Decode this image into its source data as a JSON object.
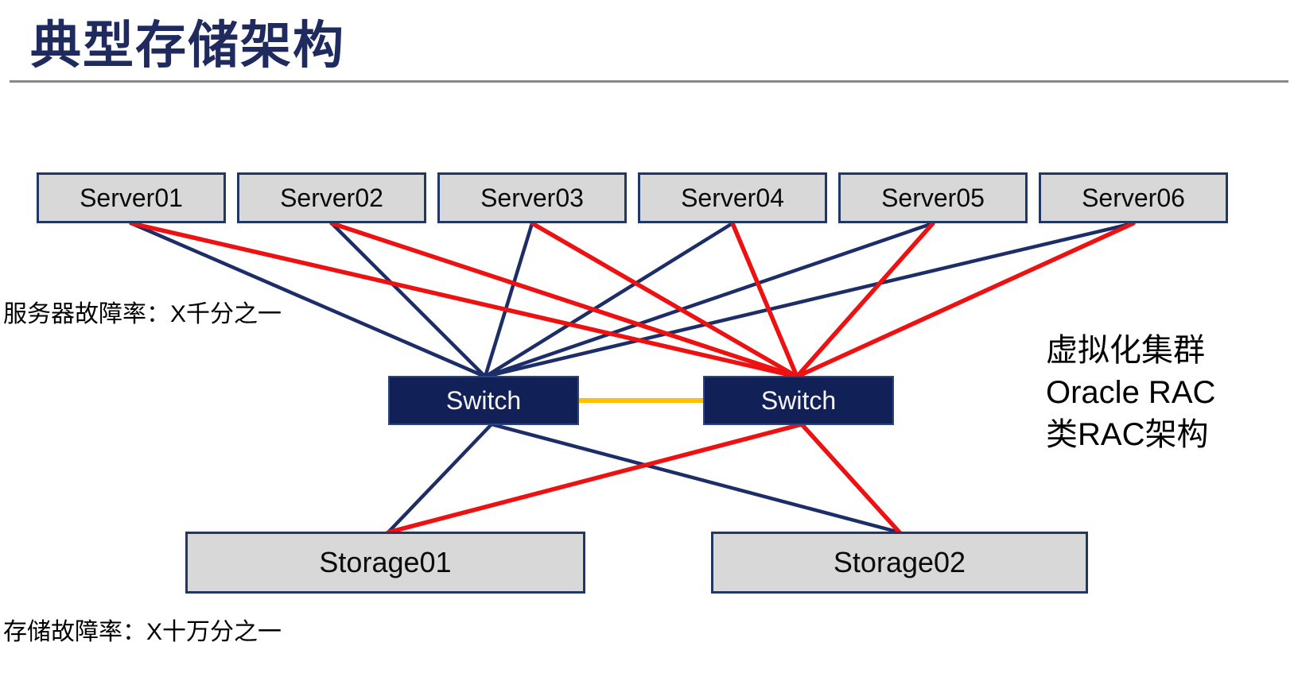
{
  "title": "典型存储架构",
  "labels": {
    "server_failure_rate": "服务器故障率：X千分之一",
    "storage_failure_rate": "存储故障率：X十万分之一",
    "cluster_note_line1": "虚拟化集群",
    "cluster_note_line2": "Oracle RAC",
    "cluster_note_line3": "类RAC架构"
  },
  "nodes": {
    "servers": [
      {
        "id": "server1",
        "label": "Server01"
      },
      {
        "id": "server2",
        "label": "Server02"
      },
      {
        "id": "server3",
        "label": "Server03"
      },
      {
        "id": "server4",
        "label": "Server04"
      },
      {
        "id": "server5",
        "label": "Server05"
      },
      {
        "id": "server6",
        "label": "Server06"
      }
    ],
    "switches": [
      {
        "id": "switch1",
        "label": "Switch"
      },
      {
        "id": "switch2",
        "label": "Switch"
      }
    ],
    "storages": [
      {
        "id": "storage1",
        "label": "Storage01"
      },
      {
        "id": "storage2",
        "label": "Storage02"
      }
    ]
  },
  "colors": {
    "navy": "#1C2D68",
    "red": "#EE1111",
    "yellow": "#FFC000",
    "box_fill": "#d8d8d8",
    "box_border": "#1F3864",
    "switch_fill": "#122058",
    "title": "#1F2A5E"
  },
  "connections": [
    {
      "from": "server1",
      "to": "switch1",
      "color": "navy"
    },
    {
      "from": "server2",
      "to": "switch1",
      "color": "navy"
    },
    {
      "from": "server3",
      "to": "switch1",
      "color": "navy"
    },
    {
      "from": "server4",
      "to": "switch1",
      "color": "navy"
    },
    {
      "from": "server5",
      "to": "switch1",
      "color": "navy"
    },
    {
      "from": "server6",
      "to": "switch1",
      "color": "navy"
    },
    {
      "from": "server1",
      "to": "switch2",
      "color": "red"
    },
    {
      "from": "server2",
      "to": "switch2",
      "color": "red"
    },
    {
      "from": "server3",
      "to": "switch2",
      "color": "red"
    },
    {
      "from": "server4",
      "to": "switch2",
      "color": "red"
    },
    {
      "from": "server5",
      "to": "switch2",
      "color": "red"
    },
    {
      "from": "server6",
      "to": "switch2",
      "color": "red"
    },
    {
      "from": "switch1",
      "to": "switch2",
      "color": "yellow"
    },
    {
      "from": "switch1",
      "to": "storage1",
      "color": "navy"
    },
    {
      "from": "switch1",
      "to": "storage2",
      "color": "navy"
    },
    {
      "from": "switch2",
      "to": "storage1",
      "color": "red"
    },
    {
      "from": "switch2",
      "to": "storage2",
      "color": "red"
    }
  ]
}
